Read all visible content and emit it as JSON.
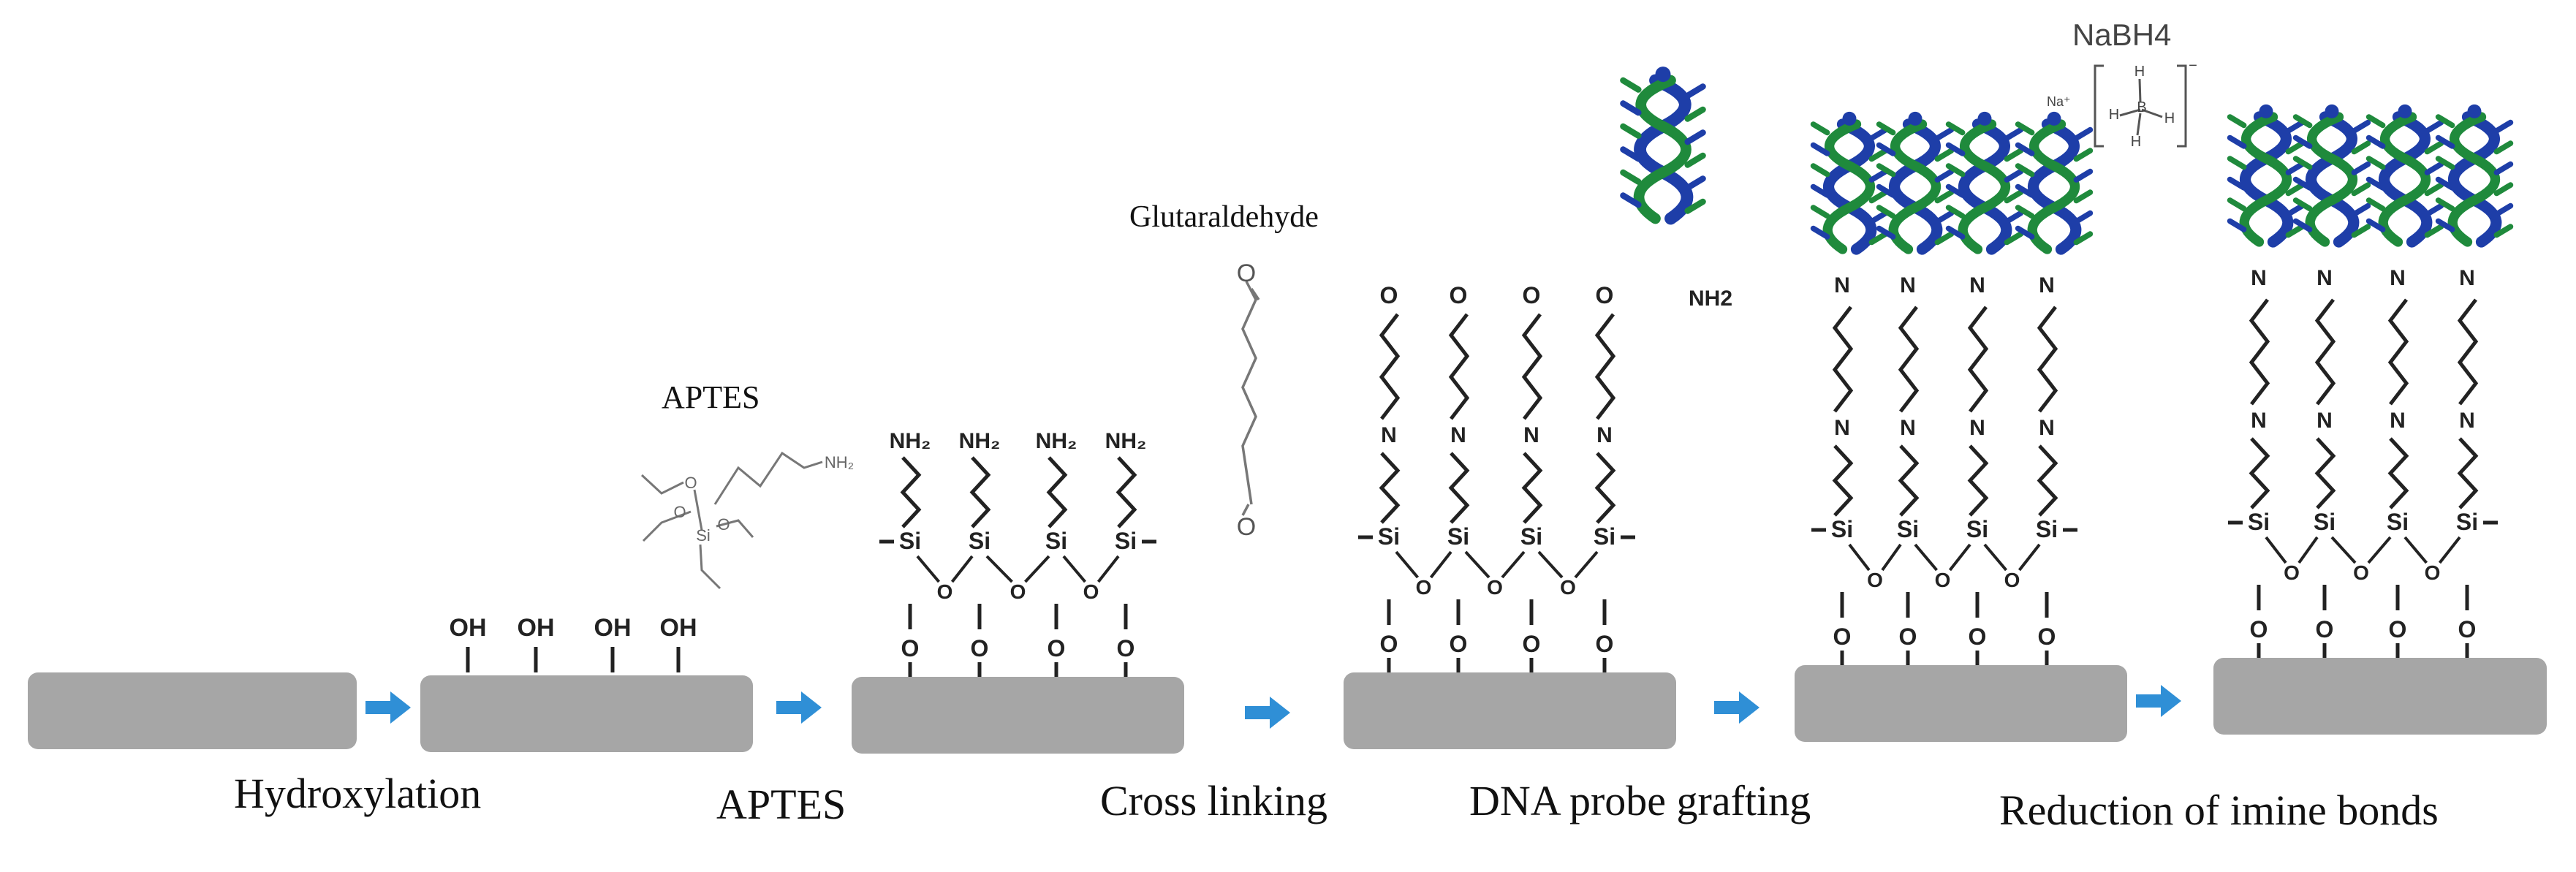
{
  "colors": {
    "substrate": "#a6a6a6",
    "arrow": "#2f8fd6",
    "bond": "#222222",
    "atom_text": "#222222",
    "dna_green": "#1f8a3c",
    "dna_blue": "#1e3ea8"
  },
  "step_labels": [
    "Hydroxylation",
    "APTES",
    "Cross linking",
    "DNA probe grafting",
    "Reduction of imine bonds"
  ],
  "reagents": {
    "aptes_title": "APTES",
    "aptes_nh2": "NH₂",
    "aptes_si": "Si",
    "aptes_o": "O",
    "glutaraldehyde_title": "Glutaraldehyde",
    "glutaraldehyde_o": "O",
    "dna_nh2": "NH2",
    "nabh4_title": "NaBH4",
    "nabh4_na": "Na⁺",
    "nabh4_b": "B",
    "nabh4_h": "H",
    "nabh4_minus": "−"
  },
  "atoms": {
    "oh": "OH",
    "nh2": "NH₂",
    "si": "Si",
    "o": "O",
    "n": "N"
  },
  "icons": {
    "arrow": "right-arrow-icon",
    "dna": "dna-probe-icon"
  }
}
